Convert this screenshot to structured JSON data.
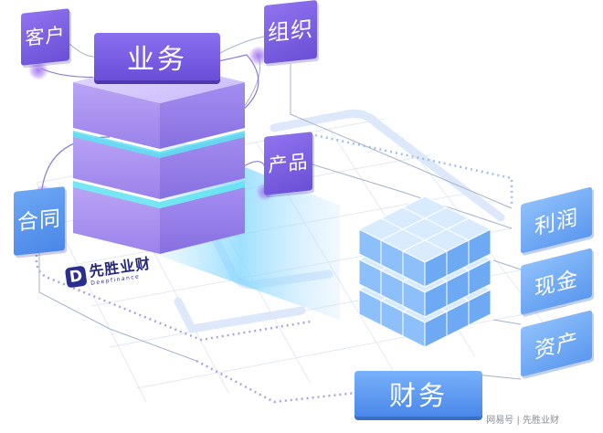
{
  "labels": {
    "business": "业务",
    "finance": "财务",
    "customer": "客户",
    "organization": "组织",
    "product": "产品",
    "contract": "合同",
    "profit": "利润",
    "cash": "现金",
    "assets": "资产"
  },
  "logo": {
    "mark": "D",
    "name": "先胜业财",
    "tagline": "Deepfinance"
  },
  "watermark": "网易号 | 先胜业财",
  "colors": {
    "purple": "#7b5fe6",
    "blue": "#4a88ea",
    "cube_light": "#bcdcff",
    "glow": "#5ee3f0"
  }
}
